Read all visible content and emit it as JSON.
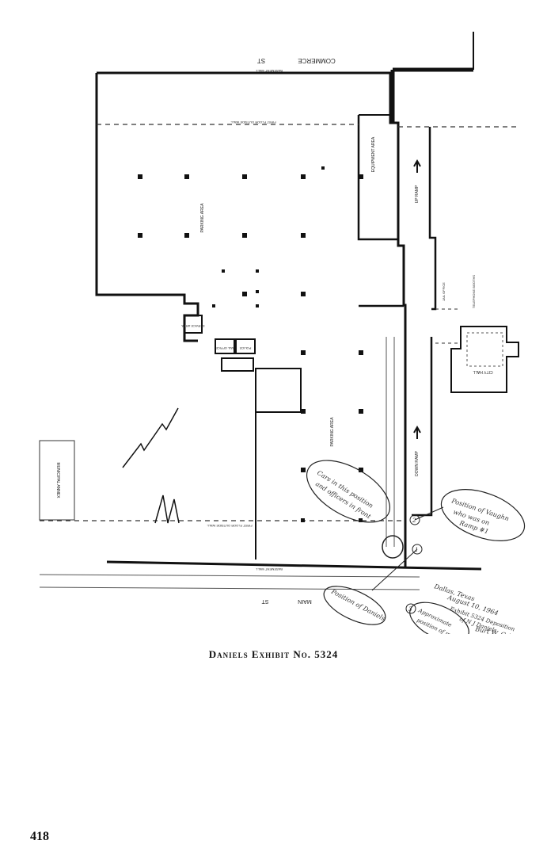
{
  "streets": {
    "commerce": "COMMERCE",
    "commerce_st": "ST",
    "main": "MAIN",
    "main_st": "ST"
  },
  "labels": {
    "parking_area_upper": "PARKING AREA",
    "parking_area_lower": "PARKING AREA",
    "equipment_area": "EQUIPMENT AREA",
    "entrance_ramp_up": "UP RAMP",
    "entrance_ramp_down": "DOWN RAMP",
    "service_area": "SERVICE AREA",
    "jail_office": "JAIL OFFICE",
    "police": "POLICE",
    "city_hall": "CITY HALL",
    "basement_wall_top": "BASEMENT WALL",
    "basement_wall_bottom": "BASEMENT WALL",
    "outside_wall_top": "FIRST FLOOR OUTSIDE WALL",
    "outside_wall_bottom": "FIRST FLOOR OUTSIDE WALL",
    "municipal_annex": "MUNICIPAL ANNEX",
    "telephone_booths": "TELEPHONE BOOTHS",
    "jail_office_right": "JAIL OFFICE"
  },
  "annotations": {
    "note_center_1": "Cars in this position",
    "note_center_2": "and officers in front",
    "note_right_1": "Position of Vaughn",
    "note_right_2": "who was on",
    "note_right_3": "Ramp #1",
    "note_bottom": "Position of Daniels",
    "note_bottom_right_1": "Approximate",
    "note_bottom_right_2": "position of man",
    "sig_1": "Dallas, Texas",
    "sig_2": "August 10, 1964",
    "sig_3": "Exhibit 5324 Deposition",
    "sig_4": "of N J Daniels",
    "sig_5": "Burt W. Griffin",
    "marker_1": "1",
    "marker_2": "2",
    "marker_3": "3"
  },
  "caption": "Daniels Exhibit No. 5324",
  "page_number": "418"
}
